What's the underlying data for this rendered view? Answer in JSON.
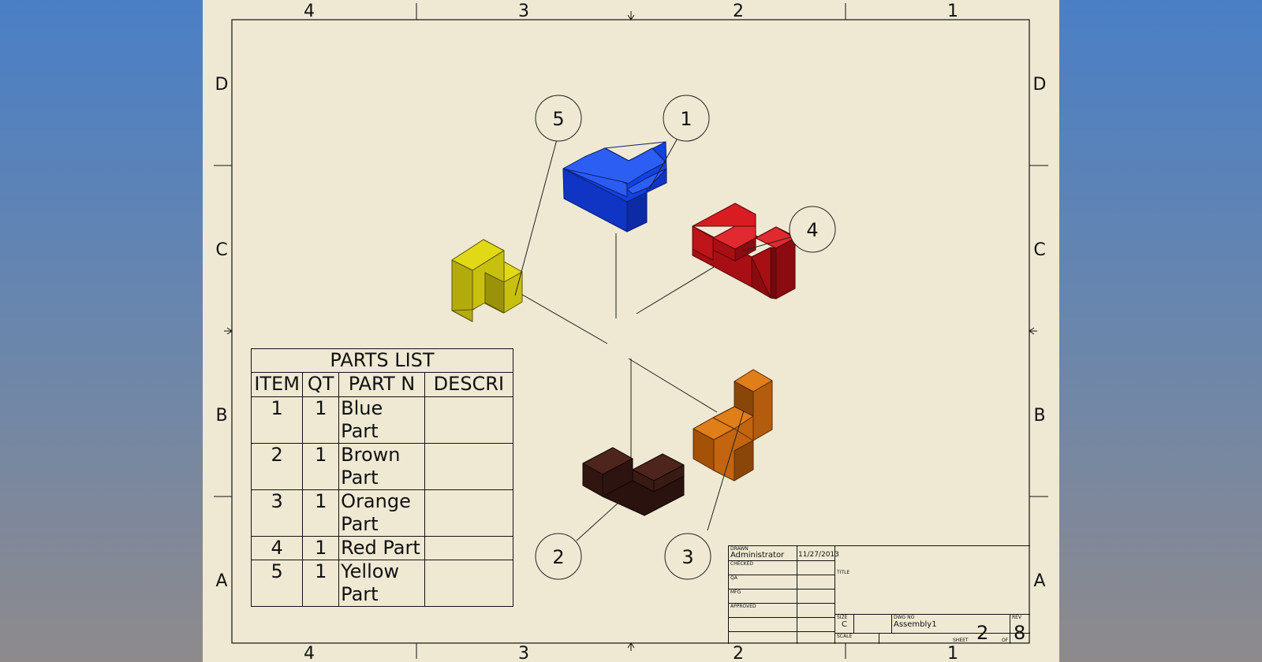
{
  "zone_labels": {
    "columns": [
      "4",
      "3",
      "2",
      "1"
    ],
    "rows": [
      "D",
      "C",
      "B",
      "A"
    ]
  },
  "colors": {
    "sheet_background": "#efe9d4",
    "blue_part": "#1242e0",
    "red_part": "#c4141a",
    "yellow_part": "#c8c00e",
    "orange_part": "#c26410",
    "brown_part": "#3a1a14"
  },
  "balloons": [
    "1",
    "2",
    "3",
    "4",
    "5"
  ],
  "parts_list": {
    "title": "PARTS LIST",
    "headers": [
      "ITEM",
      "QT",
      "PART N",
      "DESCRI"
    ],
    "rows": [
      {
        "item": "1",
        "qty": "1",
        "part_number": "Blue Part",
        "description": ""
      },
      {
        "item": "2",
        "qty": "1",
        "part_number": "Brown Part",
        "description": ""
      },
      {
        "item": "3",
        "qty": "1",
        "part_number": "Orange Part",
        "description": ""
      },
      {
        "item": "4",
        "qty": "1",
        "part_number": "Red Part",
        "description": ""
      },
      {
        "item": "5",
        "qty": "1",
        "part_number": "Yellow Part",
        "description": ""
      }
    ]
  },
  "title_block": {
    "drawn_label": "DRAWN",
    "drawn_by": "Administrator",
    "drawn_date": "11/27/2013",
    "checked_label": "CHECKED",
    "qa_label": "QA",
    "mfg_label": "MFG",
    "approved_label": "APPROVED",
    "title_label": "TITLE",
    "size_label": "SIZE",
    "size_value": "C",
    "dwg_no_label": "DWG NO",
    "dwg_no_value": "Assembly1",
    "rev_label": "REV",
    "scale_label": "SCALE",
    "sheet_label": "SHEET",
    "sheet_value": "2",
    "of_label": "OF",
    "of_value": "8"
  }
}
